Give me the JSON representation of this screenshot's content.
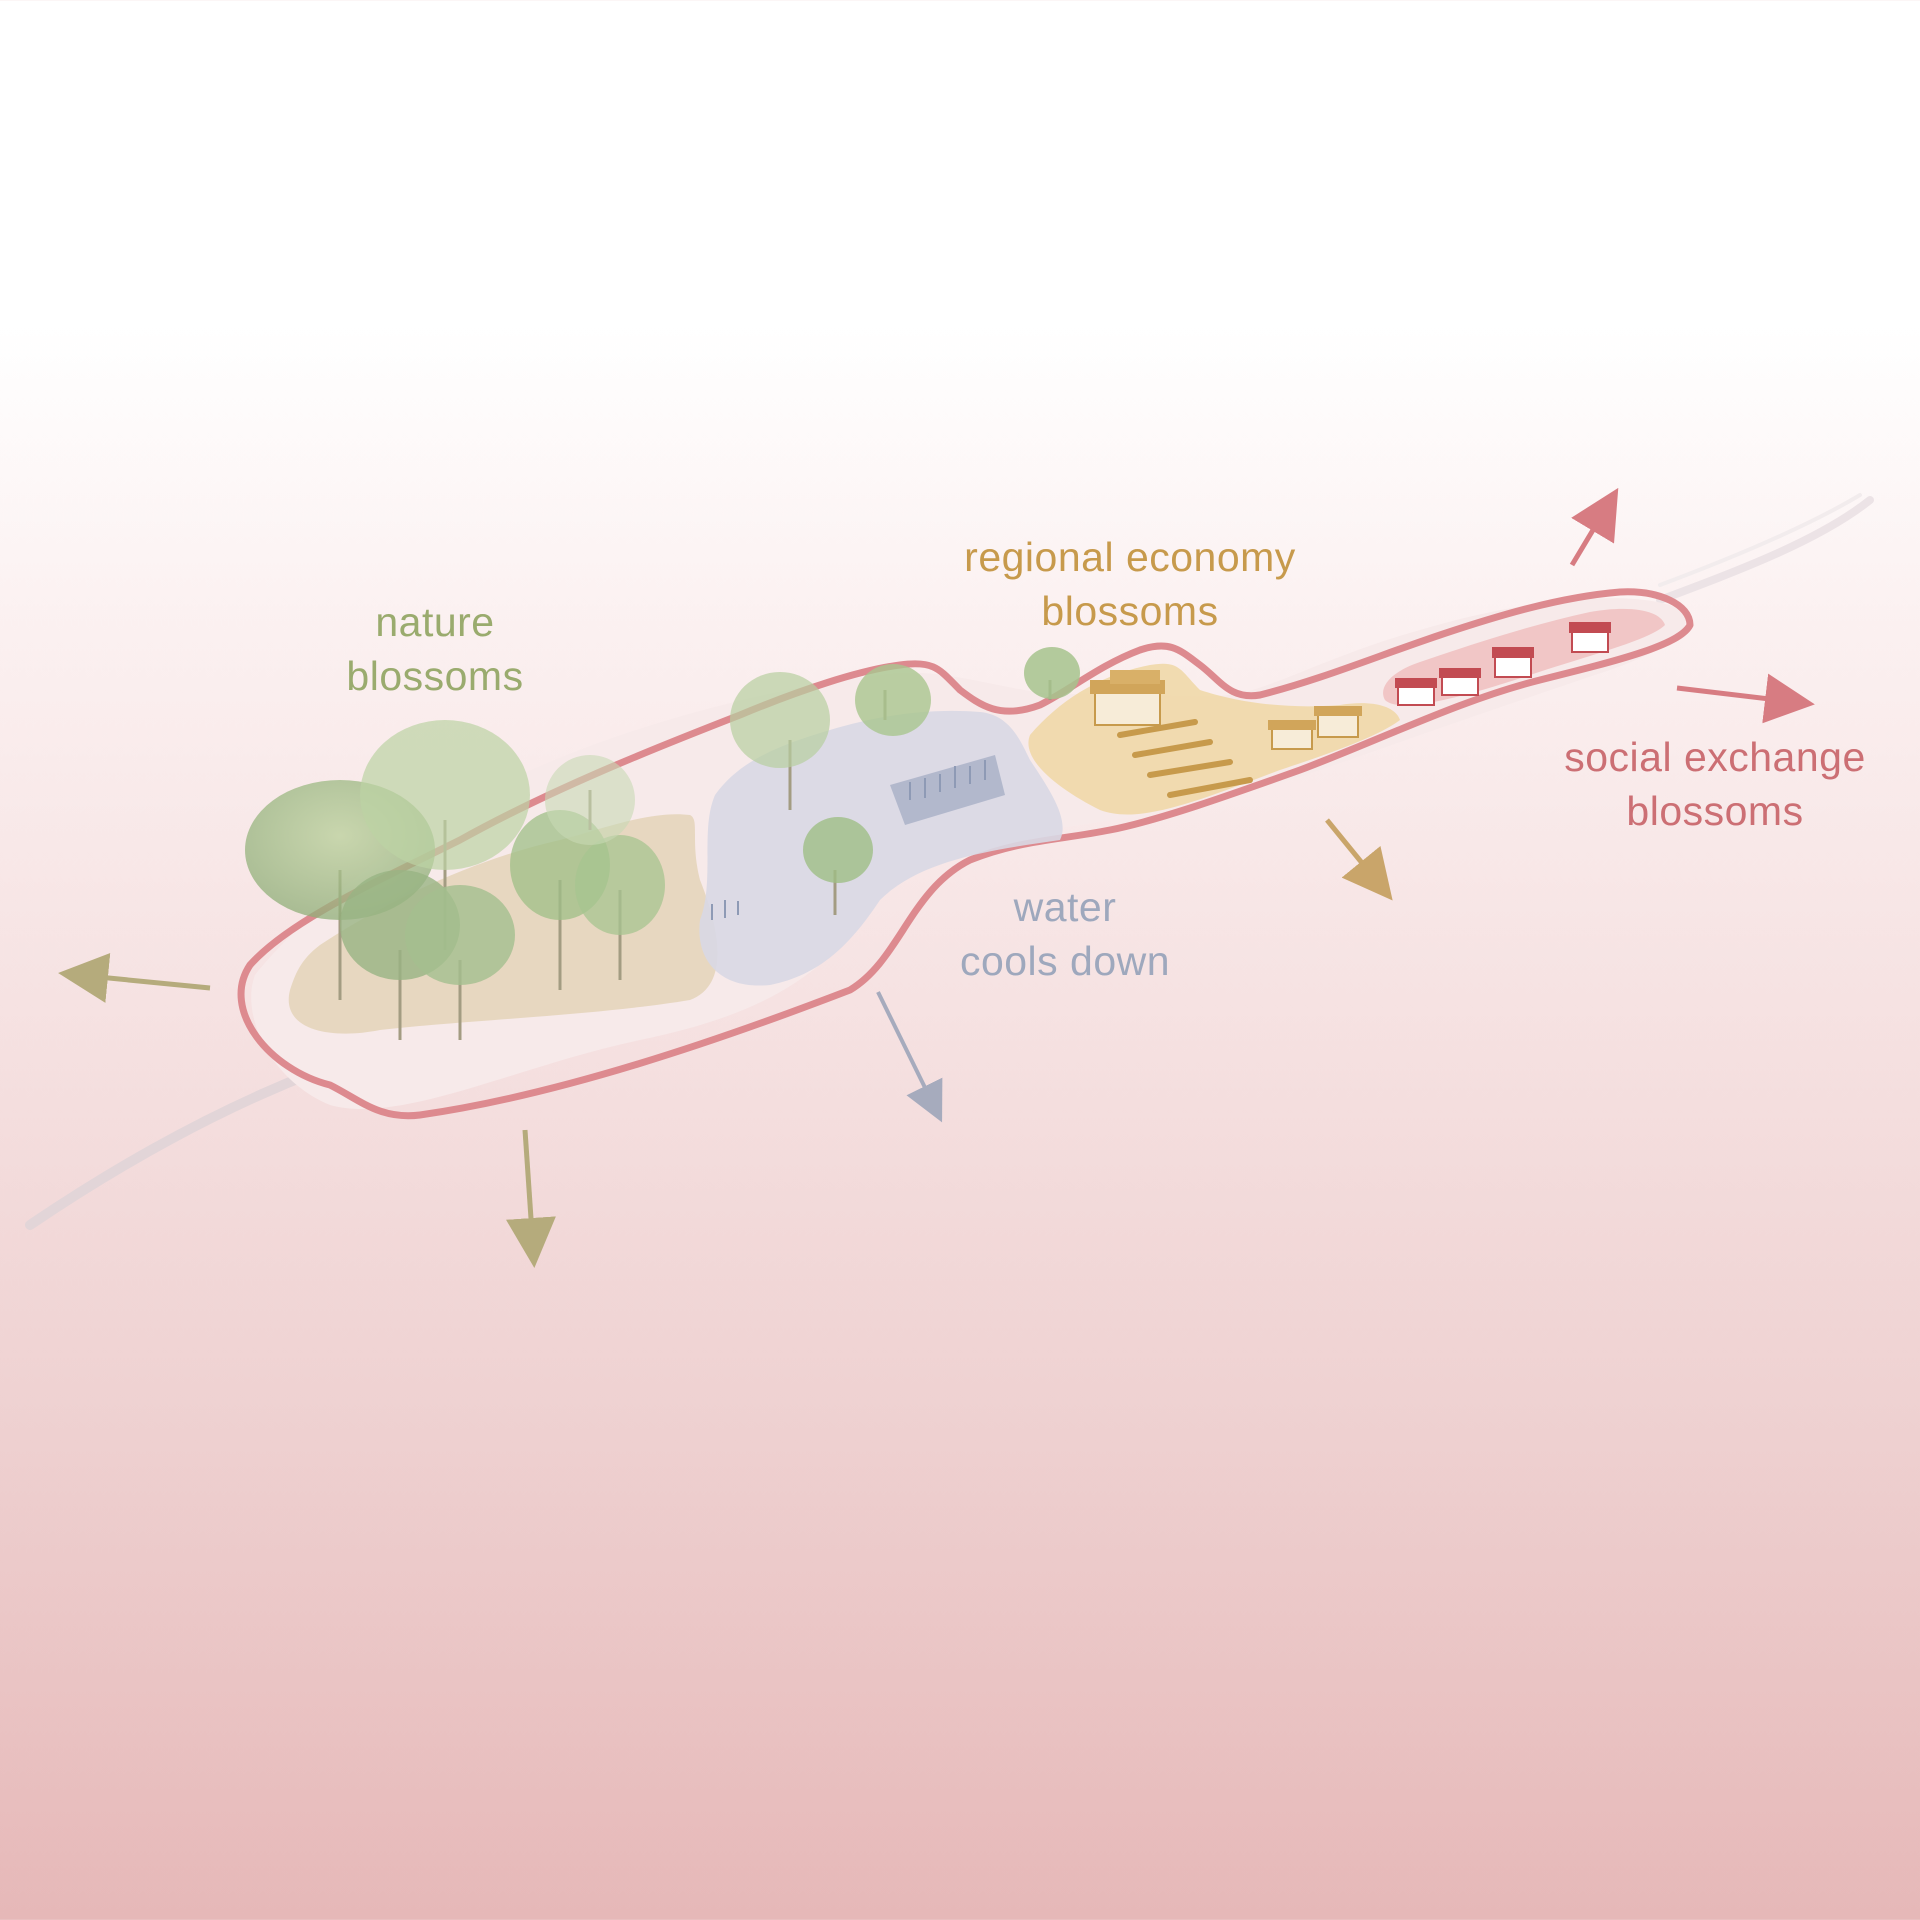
{
  "labels": {
    "nature": {
      "line1": "nature",
      "line2": "blossoms"
    },
    "economy": {
      "line1": "regional economy",
      "line2": "blossoms"
    },
    "water": {
      "line1": "water",
      "line2": "cools down"
    },
    "social": {
      "line1": "social exchange",
      "line2": "blossoms"
    }
  },
  "colors": {
    "nature": "#9aab6e",
    "economy": "#c79a4c",
    "water": "#9ea8bd",
    "social": "#cc6f74",
    "boundary": "#dd8a8f",
    "arrow_olive": "#b5ab7c",
    "arrow_grey": "#a6abbd",
    "arrow_gold": "#c9a56a",
    "arrow_red": "#d77c82"
  },
  "icons": [
    "tree-icon",
    "building-icon",
    "house-icon",
    "market-stall-icon",
    "arrow-icon"
  ]
}
